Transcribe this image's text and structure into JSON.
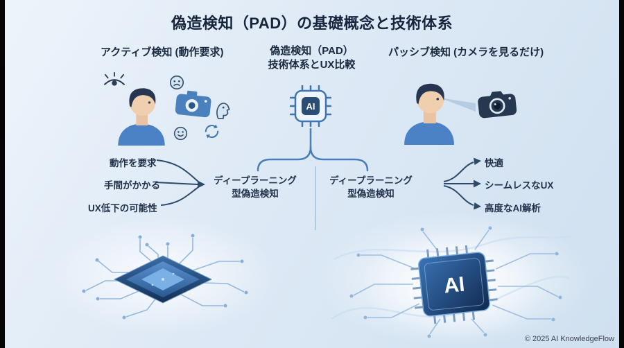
{
  "title": "偽造検知（PAD）の基礎概念と技術体系",
  "center": {
    "heading_line1": "偽造検知（PAD）",
    "heading_line2": "技術体系とUX比較",
    "chip_label": "AI"
  },
  "active": {
    "heading": "アクティブ検知 (動作要求)",
    "items": [
      "動作を要求",
      "手間がかかる",
      "UX低下の可能性"
    ],
    "result_line1": "ディープラーニング",
    "result_line2": "型偽造検知"
  },
  "passive": {
    "heading": "パッシブ検知 (カメラを見るだけ)",
    "result_line1": "ディープラーニング",
    "result_line2": "型偽造検知",
    "items": [
      "快適",
      "シームレスなUX",
      "高度なAI解析"
    ]
  },
  "bottom": {
    "right_chip_label": "AI"
  },
  "footer": {
    "copyright": "© 2025 AI KnowledgeFlow"
  },
  "colors": {
    "accent_blue": "#3f7cba",
    "dark_navy": "#16243e",
    "connector": "#2d4a6b",
    "background_light": "#e6eff8"
  }
}
